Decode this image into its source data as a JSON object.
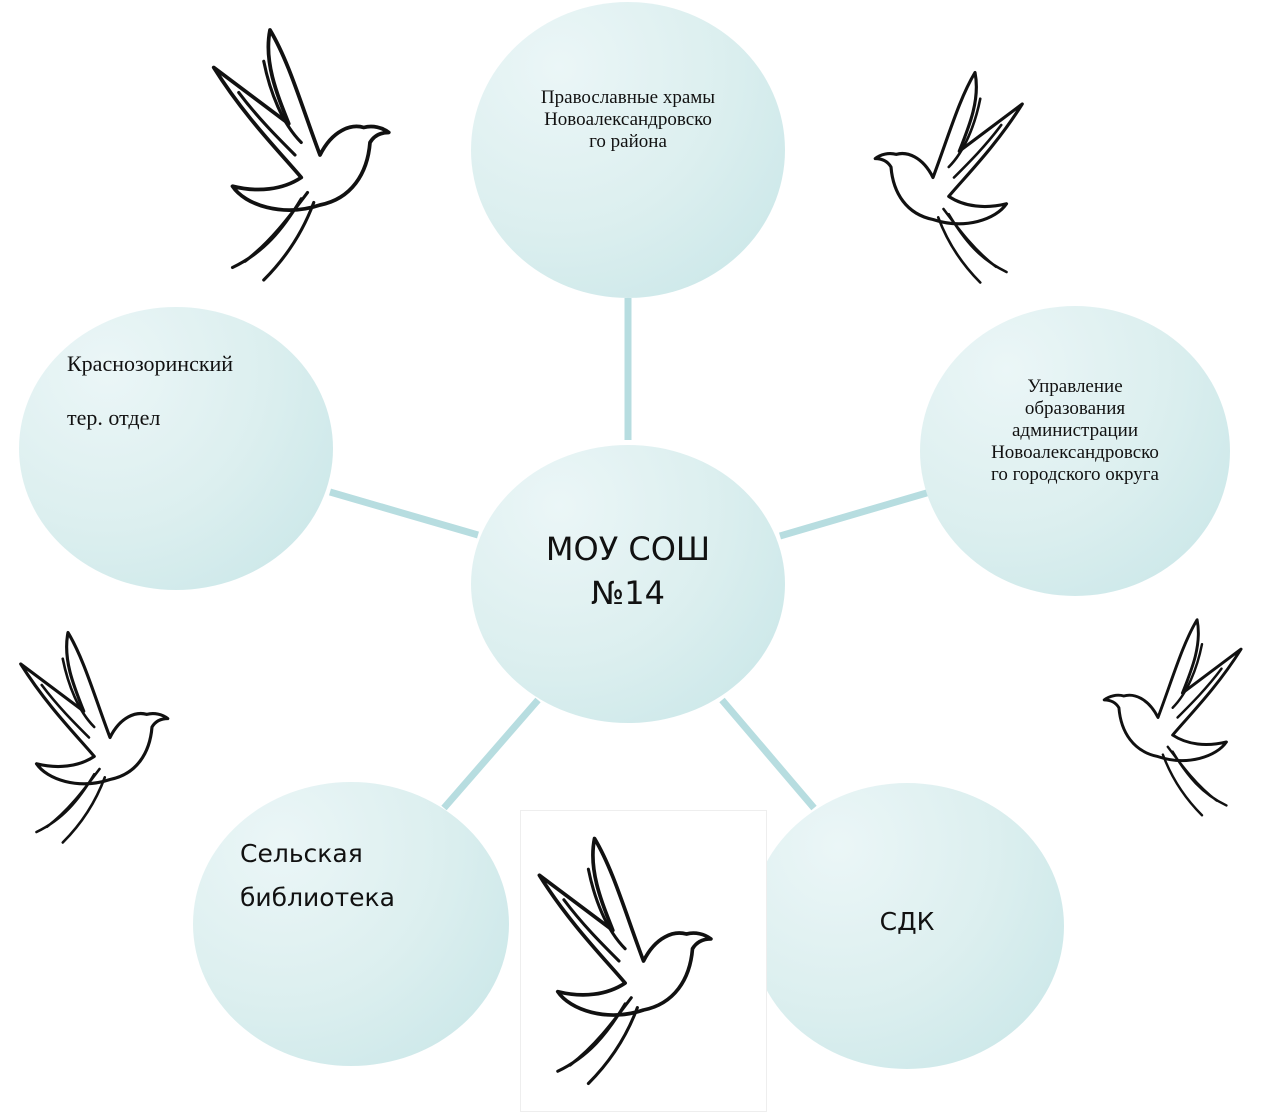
{
  "diagram": {
    "center": {
      "line1": "МОУ СОШ",
      "line2": "№14"
    },
    "nodes": {
      "top": {
        "text": "Православные храмы\nНовоалександровско\nго района"
      },
      "right": {
        "text": "Управление\nобразования\nадминистрации\nНовоалександровско\nго городского округа"
      },
      "left": {
        "line1": "Краснозоринский",
        "line2": "тер. отдел"
      },
      "bottom_left": {
        "line1": "Сельская",
        "line2": "библиотека"
      },
      "bottom_right": {
        "text": "СДК"
      }
    },
    "colors": {
      "node_fill": "#d6ecee",
      "connector": "#b7dde0",
      "text": "#111111",
      "dove_outline": "#111111"
    },
    "icons": [
      "dove-icon"
    ]
  }
}
